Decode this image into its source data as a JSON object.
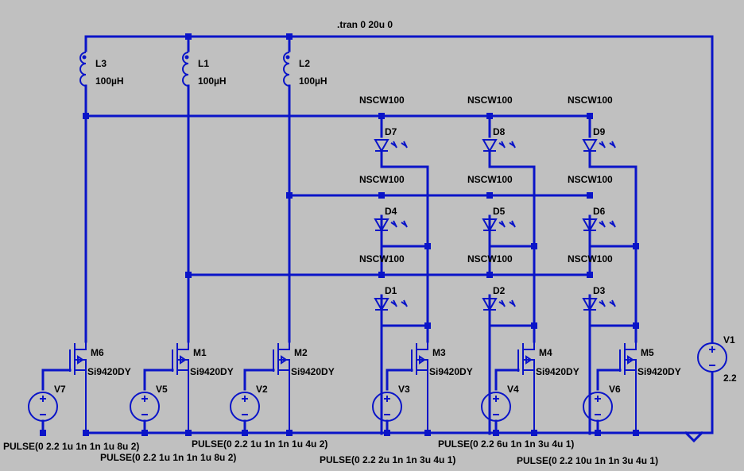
{
  "directive": ".tran 0 20u 0",
  "colors": {
    "background": "#c0c0c0",
    "wire": "#0a14c8",
    "text": "#000000"
  },
  "inductors": [
    {
      "name": "L3",
      "value": "100µH"
    },
    {
      "name": "L1",
      "value": "100µH"
    },
    {
      "name": "L2",
      "value": "100µH"
    }
  ],
  "leds": [
    {
      "name": "D7",
      "model": "NSCW100"
    },
    {
      "name": "D8",
      "model": "NSCW100"
    },
    {
      "name": "D9",
      "model": "NSCW100"
    },
    {
      "name": "D4",
      "model": "NSCW100"
    },
    {
      "name": "D5",
      "model": "NSCW100"
    },
    {
      "name": "D6",
      "model": "NSCW100"
    },
    {
      "name": "D1",
      "model": "NSCW100"
    },
    {
      "name": "D2",
      "model": "NSCW100"
    },
    {
      "name": "D3",
      "model": "NSCW100"
    }
  ],
  "mosfets": [
    {
      "name": "M6",
      "model": "Si9420DY"
    },
    {
      "name": "M1",
      "model": "Si9420DY"
    },
    {
      "name": "M2",
      "model": "Si9420DY"
    },
    {
      "name": "M3",
      "model": "Si9420DY"
    },
    {
      "name": "M4",
      "model": "Si9420DY"
    },
    {
      "name": "M5",
      "model": "Si9420DY"
    }
  ],
  "sources": [
    {
      "name": "V7",
      "value": "PULSE(0 2.2 1u 1n 1n 1u 8u 2)"
    },
    {
      "name": "V5",
      "value": "PULSE(0 2.2 1u 1n 1n 1u 8u 2)"
    },
    {
      "name": "V2",
      "value": "PULSE(0 2.2 1u 1n 1n 1u 4u 2)"
    },
    {
      "name": "V3",
      "value": "PULSE(0 2.2 2u 1n 1n 3u 4u 1)"
    },
    {
      "name": "V4",
      "value": "PULSE(0 2.2 6u 1n 1n 3u 4u 1)"
    },
    {
      "name": "V6",
      "value": "PULSE(0 2.2 10u 1n 1n 3u 4u 1)"
    }
  ],
  "supply": {
    "name": "V1",
    "value": "2.2"
  }
}
